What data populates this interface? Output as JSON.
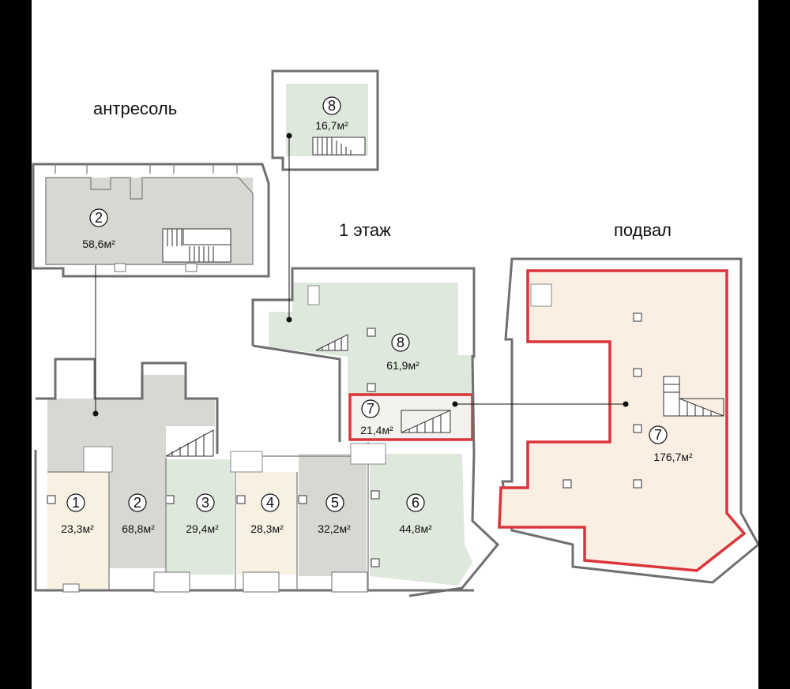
{
  "sections": {
    "mezzanine": "антресоль",
    "first_floor": "1 этаж",
    "basement": "подвал"
  },
  "colors": {
    "grey": "#d9d7d3",
    "green": "#dfe8dd",
    "beige": "#f7f1e2",
    "pink": "#fbeee3",
    "highlight": "#d9353a"
  },
  "rooms": {
    "m2": {
      "num": "2",
      "area": "58,6м²"
    },
    "m8": {
      "num": "8",
      "area": "16,7м²"
    },
    "f1": {
      "num": "1",
      "area": "23,3м²"
    },
    "f2": {
      "num": "2",
      "area": "68,8м²"
    },
    "f3": {
      "num": "3",
      "area": "29,4м²"
    },
    "f4": {
      "num": "4",
      "area": "28,3м²"
    },
    "f5": {
      "num": "5",
      "area": "32,2м²"
    },
    "f6": {
      "num": "6",
      "area": "44,8м²"
    },
    "f7": {
      "num": "7",
      "area": "21,4м²"
    },
    "f8": {
      "num": "8",
      "area": "61,9м²"
    },
    "b7": {
      "num": "7",
      "area": "176,7м²"
    }
  }
}
